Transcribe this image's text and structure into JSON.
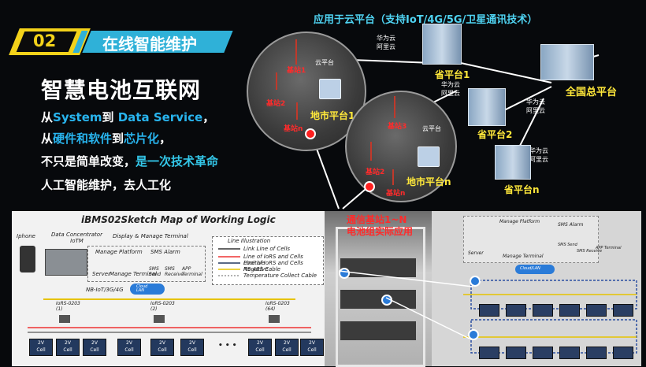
{
  "section": {
    "number": "02",
    "title": "在线智能维护"
  },
  "heading": "智慧电池互联网",
  "lines": {
    "l1_a": "从",
    "l1_b": "System",
    "l1_c": "到 ",
    "l1_d": "Data Service",
    "l1_e": "，",
    "l2_a": "从",
    "l2_b": "硬件和软件",
    "l2_c": "到",
    "l2_d": "芯片化",
    "l2_e": "，",
    "l3_a": "不只是简单改变，",
    "l3_b": "是一次技术革命",
    "l4": "人工智能维护，去人工化"
  },
  "network": {
    "cloud_title": "应用于云平台（支持IoT/4G/5G/卫星通讯技术）",
    "station1": "基站1",
    "station2": "基站2",
    "station3": "基站3",
    "stationN": "基站n",
    "station_n2": "基站n",
    "cloud_label": "云平台",
    "city1": "地市平台1",
    "cityn": "地市平台n",
    "prov1": "省平台1",
    "prov2": "省平台2",
    "provn": "省平台n",
    "national": "全国总平台",
    "cloud_providers": "华为云\n阿里云",
    "callout": "通信基站1~N\n电池组实际应用"
  },
  "diagram": {
    "title": "iBMS02Sketch Map of Working Logic",
    "iphone": "Iphone",
    "concentrator": "Data Concentrator\nIoTM",
    "display": "Display & Manage Terminal",
    "manage_platform": "Manage Platform",
    "sms_alarm": "SMS Alarm",
    "server": "Server",
    "manage_terminal": "Manage Terminal",
    "sms_send": "SMS\nSend",
    "sms_receive": "SMS\nReceive",
    "app_terminal": "APP\nTerminal",
    "cloud": "Cloud\nLAN",
    "nb": "NB-IoT/3G/4G",
    "legend_title": "Line Illustration",
    "legend": [
      "Link Line of Cells",
      "Line of IoRS and Cells Positive",
      "Line of IoRS and Cells Negative",
      "RS 485 Cable",
      "Temperature Collect Cable"
    ],
    "iors1": "IoRS-0203\n(1)",
    "iors2": "IoRS-0203\n(2)",
    "iors3": "IoRS-0203\n(64)",
    "cell_voltage": "2V",
    "cell_label": "Cell",
    "ellipsis": "• • •"
  },
  "right_panel": {
    "manage_platform": "Manage Platform",
    "sms_alarm": "SMS Alarm",
    "server": "Server",
    "manage_terminal": "Manage Terminal",
    "sms_send": "SMS Send",
    "sms_receive": "SMS Receive",
    "app_terminal": "APP Terminal",
    "cloud": "Cloud/LAN"
  },
  "colors": {
    "yellow": "#f3d21a",
    "cyan": "#2fb1d8",
    "red": "#ff2b2b",
    "blue": "#2a7bd8"
  }
}
